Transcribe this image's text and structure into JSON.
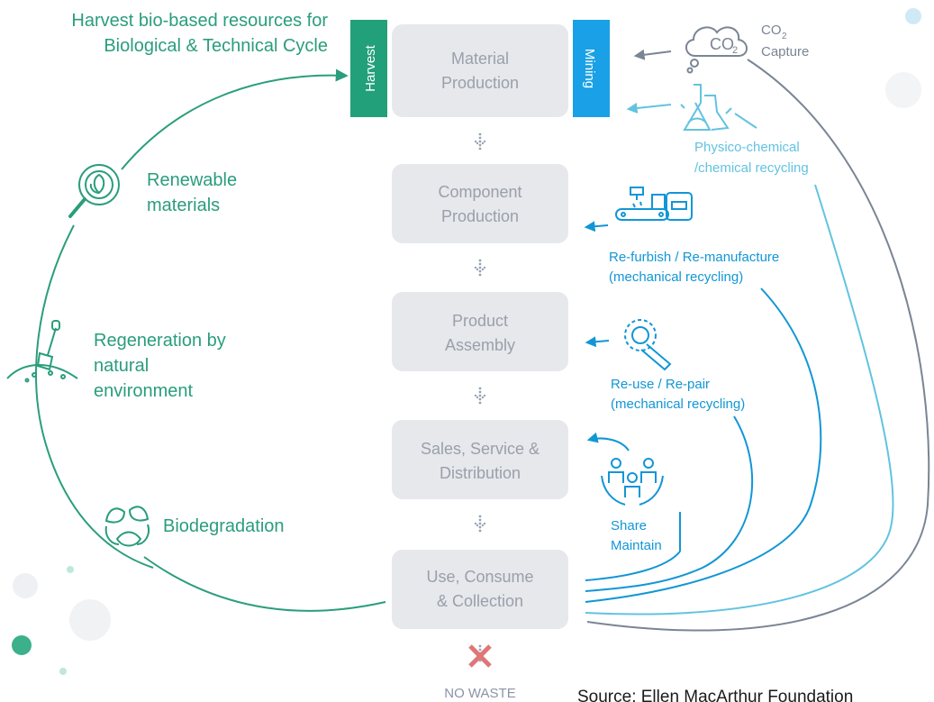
{
  "colors": {
    "biological": "#2a9d7c",
    "technical": "#1296d6",
    "chemical": "#62c3e0",
    "capture": "#7a8594",
    "stage_box": "#e6e8ec",
    "stage_text": "#9aa0aa",
    "harvest_bar": "#22a079",
    "mining_bar": "#1aa0e6",
    "no_waste_cross": "#e07676"
  },
  "header": {
    "line1": "Harvest bio-based resources for",
    "line2": "Biological & Technical Cycle"
  },
  "bars": {
    "harvest": "Harvest",
    "mining": "Mining"
  },
  "stages": [
    {
      "line1": "Material",
      "line2": "Production"
    },
    {
      "line1": "Component",
      "line2": "Production"
    },
    {
      "line1": "Product",
      "line2": "Assembly"
    },
    {
      "line1": "Sales, Service &",
      "line2": "Distribution"
    },
    {
      "line1": "Use, Consume",
      "line2": "& Collection"
    }
  ],
  "biological_cycle": {
    "renewable": {
      "line1": "Renewable",
      "line2": "materials",
      "icon": "magnifier-leaf-icon"
    },
    "regeneration": {
      "line1": "Regeneration by",
      "line2": "natural",
      "line3": "environment",
      "icon": "shovel-soil-icon"
    },
    "biodegradation": {
      "label": "Biodegradation",
      "icon": "recycle-leaf-icon"
    }
  },
  "technical_cycle": {
    "co2": {
      "main": "CO",
      "sub": "2",
      "label": "Capture",
      "icon": "co2-cloud-icon",
      "cloud_text": "CO",
      "cloud_sub": "2"
    },
    "chemical": {
      "line1": "Physico-chemical",
      "line2": "/chemical recycling",
      "icon": "flask-icon"
    },
    "refurbish": {
      "line1": "Re-furbish / Re-manufacture",
      "line2": "(mechanical recycling)",
      "icon": "factory-conveyor-icon"
    },
    "reuse": {
      "line1": "Re-use / Re-pair",
      "line2": "(mechanical recycling)",
      "icon": "wrench-gear-icon"
    },
    "share": {
      "line1": "Share",
      "line2": "Maintain",
      "icon": "people-share-icon"
    }
  },
  "no_waste": "NO WASTE",
  "source": "Source: Ellen MacArthur Foundation"
}
